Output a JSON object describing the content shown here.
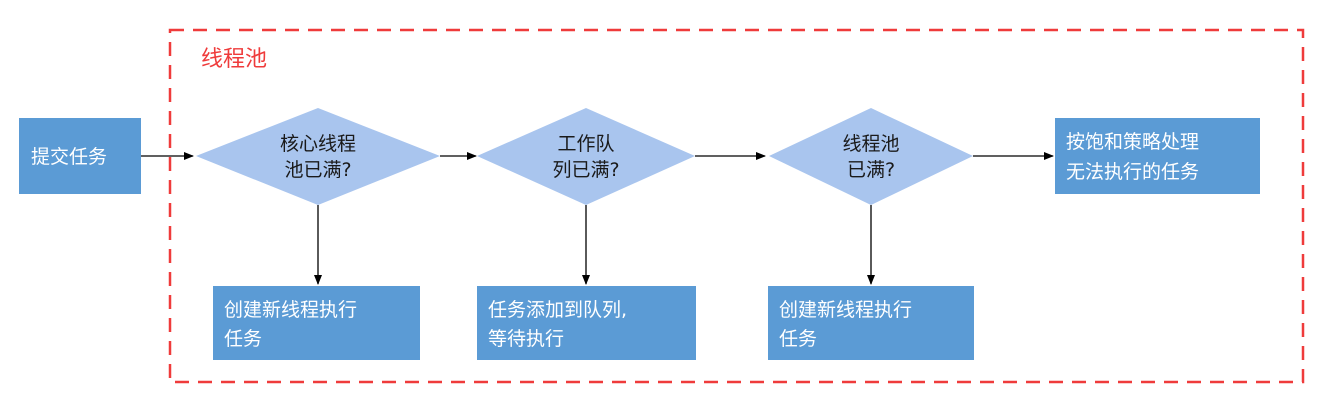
{
  "colors": {
    "box_fill": "#5b9bd5",
    "diamond_fill": "#a9c5ee",
    "border_dashed": "#ef3b3b",
    "arrow": "#000000",
    "title_text": "#ef3b3b"
  },
  "pool": {
    "title": "线程池"
  },
  "start_box": {
    "line1": "提交任务"
  },
  "decision_core": {
    "line1": "核心线程",
    "line2": "池已满?"
  },
  "decision_queue": {
    "line1": "工作队",
    "line2": "列已满?"
  },
  "decision_pool": {
    "line1": "线程池",
    "line2": "已满?"
  },
  "reject_box": {
    "line1": "按饱和策略处理",
    "line2": "无法执行的任务"
  },
  "create_core_box": {
    "line1": "创建新线程执行",
    "line2": "任务"
  },
  "enqueue_box": {
    "line1": "任务添加到队列,",
    "line2": "等待执行"
  },
  "create_extra_box": {
    "line1": "创建新线程执行",
    "line2": "任务"
  }
}
